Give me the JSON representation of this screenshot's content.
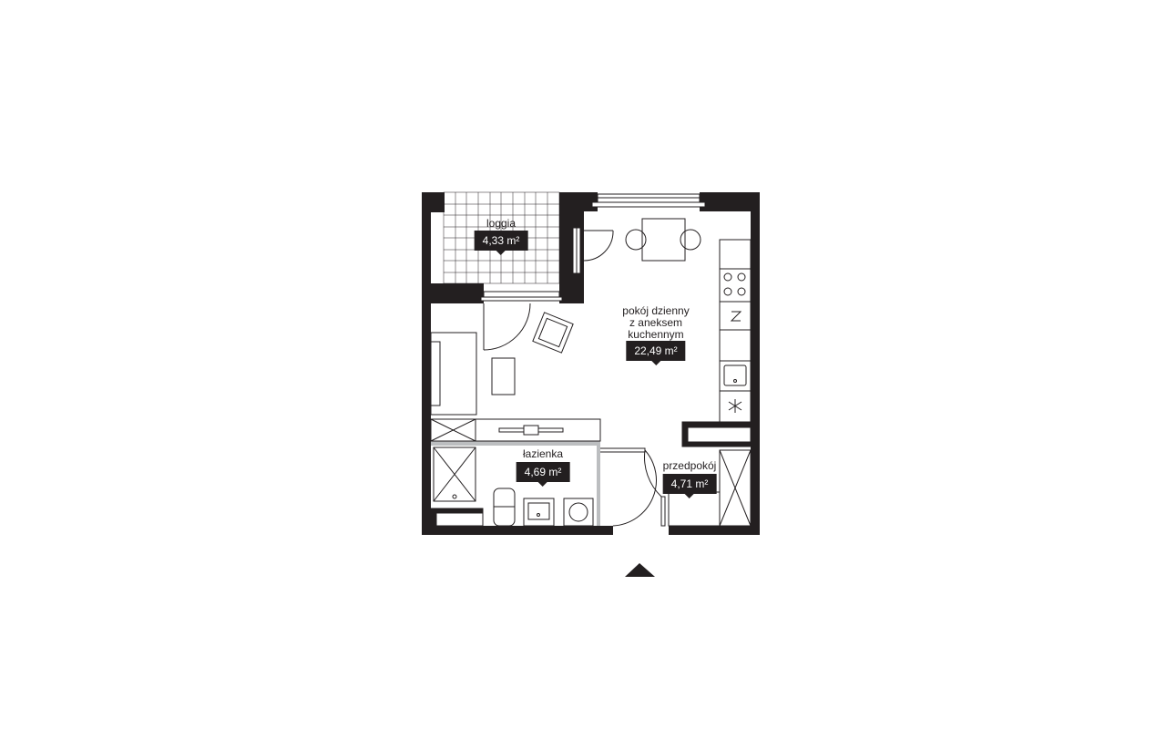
{
  "plan": {
    "colors": {
      "wall": "#231f20",
      "partition": "#bcbec0",
      "line": "#231f20",
      "label_bg": "#231f20",
      "label_text": "#ffffff"
    },
    "rooms": [
      {
        "id": "loggia",
        "name": "loggia",
        "area": "4,33 m²"
      },
      {
        "id": "living",
        "name": "pokój dzienny\nz aneksem\nkuchennym",
        "area": "22,49 m²"
      },
      {
        "id": "bathroom",
        "name": "łazienka",
        "area": "4,69 m²"
      },
      {
        "id": "hallway",
        "name": "przedpokój",
        "area": "4,71 m²"
      }
    ],
    "entrance_icon": "entrance-arrow-icon"
  }
}
